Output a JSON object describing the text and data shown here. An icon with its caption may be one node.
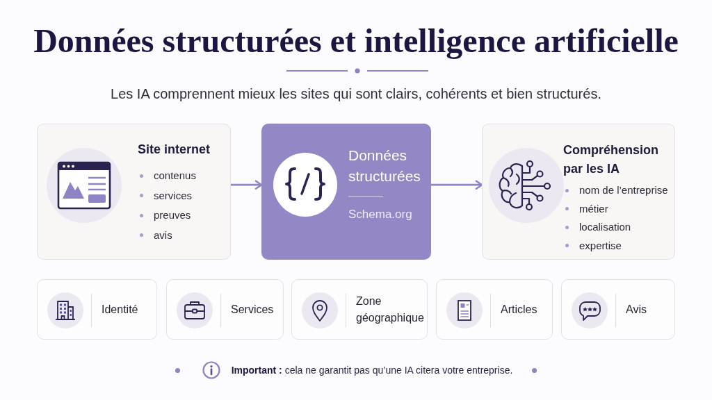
{
  "diagram": {
    "title": "Données structurées et intelligence artificielle",
    "nodes": [
      {
        "text": [
          "Site internet",
          "contenus",
          "services",
          "preuves",
          "avis"
        ]
      },
      {
        "text": [
          "Données structurées",
          "Schema.org"
        ]
      },
      {
        "text": [
          "Compréhension par les IA",
          "nom de l’entreprise",
          "métier",
          "localisation",
          "expertise"
        ]
      },
      {
        "text": [
          "Identité"
        ]
      },
      {
        "text": [
          "Services"
        ]
      },
      {
        "text": [
          "Zone géographique"
        ]
      },
      {
        "text": [
          "Articles"
        ]
      },
      {
        "text": [
          "Avis"
        ]
      }
    ],
    "edges": [
      {
        "from": 0,
        "to": 1,
        "arrow": "to"
      },
      {
        "from": 1,
        "to": 2,
        "arrow": "to"
      }
    ],
    "labels": [
      "Les IA comprennent mieux les sites qui sont clairs, cohérents et bien structurés.",
      "**Important :** cela ne garantit pas qu’une IA citera votre entreprise."
    ]
  }
}
